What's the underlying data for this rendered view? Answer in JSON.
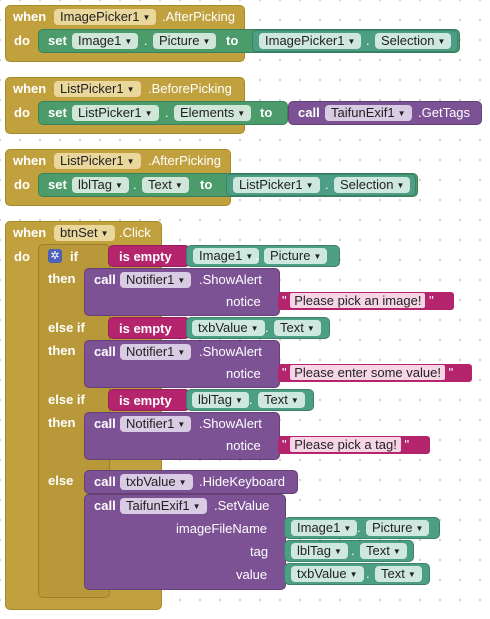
{
  "blocks": {
    "b1": {
      "when": "when",
      "component": "ImagePicker1",
      "event": ".AfterPicking",
      "do": "do",
      "set": "set",
      "target": "Image1",
      "prop": "Picture",
      "to": "to",
      "src": "ImagePicker1",
      "src_prop": "Selection"
    },
    "b2": {
      "when": "when",
      "component": "ListPicker1",
      "event": ".BeforePicking",
      "do": "do",
      "set": "set",
      "target": "ListPicker1",
      "prop": "Elements",
      "to": "to",
      "call": "call",
      "call_component": "TaifunExif1",
      "call_method": ".GetTags"
    },
    "b3": {
      "when": "when",
      "component": "ListPicker1",
      "event": ".AfterPicking",
      "do": "do",
      "set": "set",
      "target": "lblTag",
      "prop": "Text",
      "to": "to",
      "src": "ListPicker1",
      "src_prop": "Selection"
    },
    "b4": {
      "when": "when",
      "component": "btnSet",
      "event": ".Click",
      "do": "do",
      "if": "if",
      "then": "then",
      "elseif": "else if",
      "else": "else",
      "is_empty": "is empty",
      "call": "call",
      "show_alert": ".ShowAlert",
      "notice": "notice",
      "notifier": "Notifier1",
      "c1_comp": "Image1",
      "c1_prop": "Picture",
      "msg1": "Please pick an image!",
      "c2_comp": "txbValue",
      "c2_prop": "Text",
      "msg2": "Please enter some value!",
      "c3_comp": "lblTag",
      "c3_prop": "Text",
      "msg3": "Please pick a tag!",
      "hide_comp": "txbValue",
      "hide_method": ".HideKeyboard",
      "setvalue_comp": "TaifunExif1",
      "setvalue_method": ".SetValue",
      "arg1": "imageFileName",
      "arg2": "tag",
      "arg3": "value",
      "a1_comp": "Image1",
      "a1_prop": "Picture",
      "a2_comp": "lblTag",
      "a2_prop": "Text",
      "a3_comp": "txbValue",
      "a3_prop": "Text"
    }
  },
  "quote": "\"",
  "colors": {
    "event": "#c1a13e",
    "setter": "#4b9b6b",
    "call": "#7c5294",
    "logic": "#b5256e",
    "getter": "#4c9e84",
    "control": "#4b62b8"
  }
}
